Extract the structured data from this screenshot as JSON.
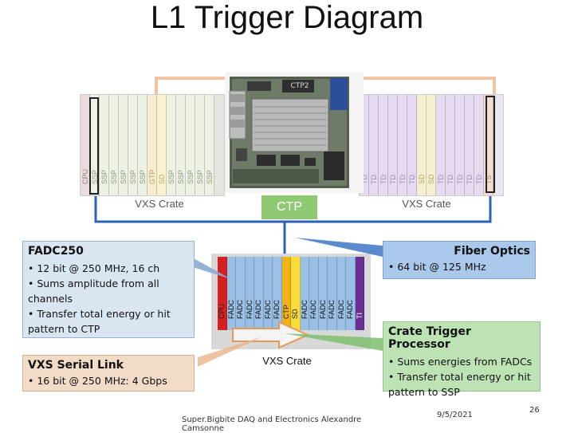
{
  "title": "L1 Trigger Diagram",
  "top_crate_left": {
    "slots": [
      "CPU",
      "SSP",
      "SSP",
      "SSP",
      "SSP",
      "SSP",
      "SSP",
      "GTP",
      "SD",
      "SSP",
      "SSP",
      "SSP",
      "SSP",
      "SSP"
    ],
    "label": "VXS Crate"
  },
  "top_crate_right": {
    "slots": [
      "TD",
      "TD",
      "TD",
      "TD",
      "TD",
      "TD",
      "SD",
      "SD",
      "TD",
      "TD",
      "TD",
      "TD",
      "TD",
      "TS"
    ],
    "label": "VXS Crate"
  },
  "board": {
    "name": "CTP2",
    "caption": "CTP"
  },
  "center_crate": {
    "slots": [
      "CPU",
      "FADC",
      "FADC",
      "FADC",
      "FADC",
      "FADC",
      "FADC",
      "CTP",
      "SD",
      "FADC",
      "FADC",
      "FADC",
      "FADC",
      "FADC",
      "FADC",
      "TI"
    ],
    "label": "VXS Crate"
  },
  "fadc_box": {
    "title": "FADC250",
    "bullets": [
      "• 12 bit @ 250 MHz, 16 ch",
      "• Sums amplitude from all channels",
      "• Transfer total energy or hit pattern to CTP"
    ]
  },
  "vxs_box": {
    "title": "VXS Serial Link",
    "bullets": [
      "• 16 bit @ 250 MHz: 4 Gbps"
    ]
  },
  "fiber_box": {
    "title": "Fiber Optics",
    "bullets": [
      "• 64 bit @ 125 MHz"
    ]
  },
  "ctp_box": {
    "title": "Crate Trigger Processor",
    "bullets": [
      "• Sums energies from FADCs",
      "• Transfer total energy or hit pattern to SSP"
    ]
  },
  "footer": {
    "credit": "Super.Bigbite DAQ and Electronics Alexandre Camsonne",
    "date": "9/5/2021",
    "page": "26"
  },
  "colors": {
    "fadc_box": "#d9e6f2",
    "vxs_box": "#f2dcc8",
    "fiber_box": "#a9c8ea",
    "ctp_box": "#bde3b5",
    "fiber_line": "#2a63b5",
    "orange_line": "#f2b07a",
    "cpu": "#d62020",
    "fadc": "#9ac0e6",
    "ctp": "#f2b318",
    "sd": "#f7dc3a",
    "ti": "#6a2f95"
  }
}
